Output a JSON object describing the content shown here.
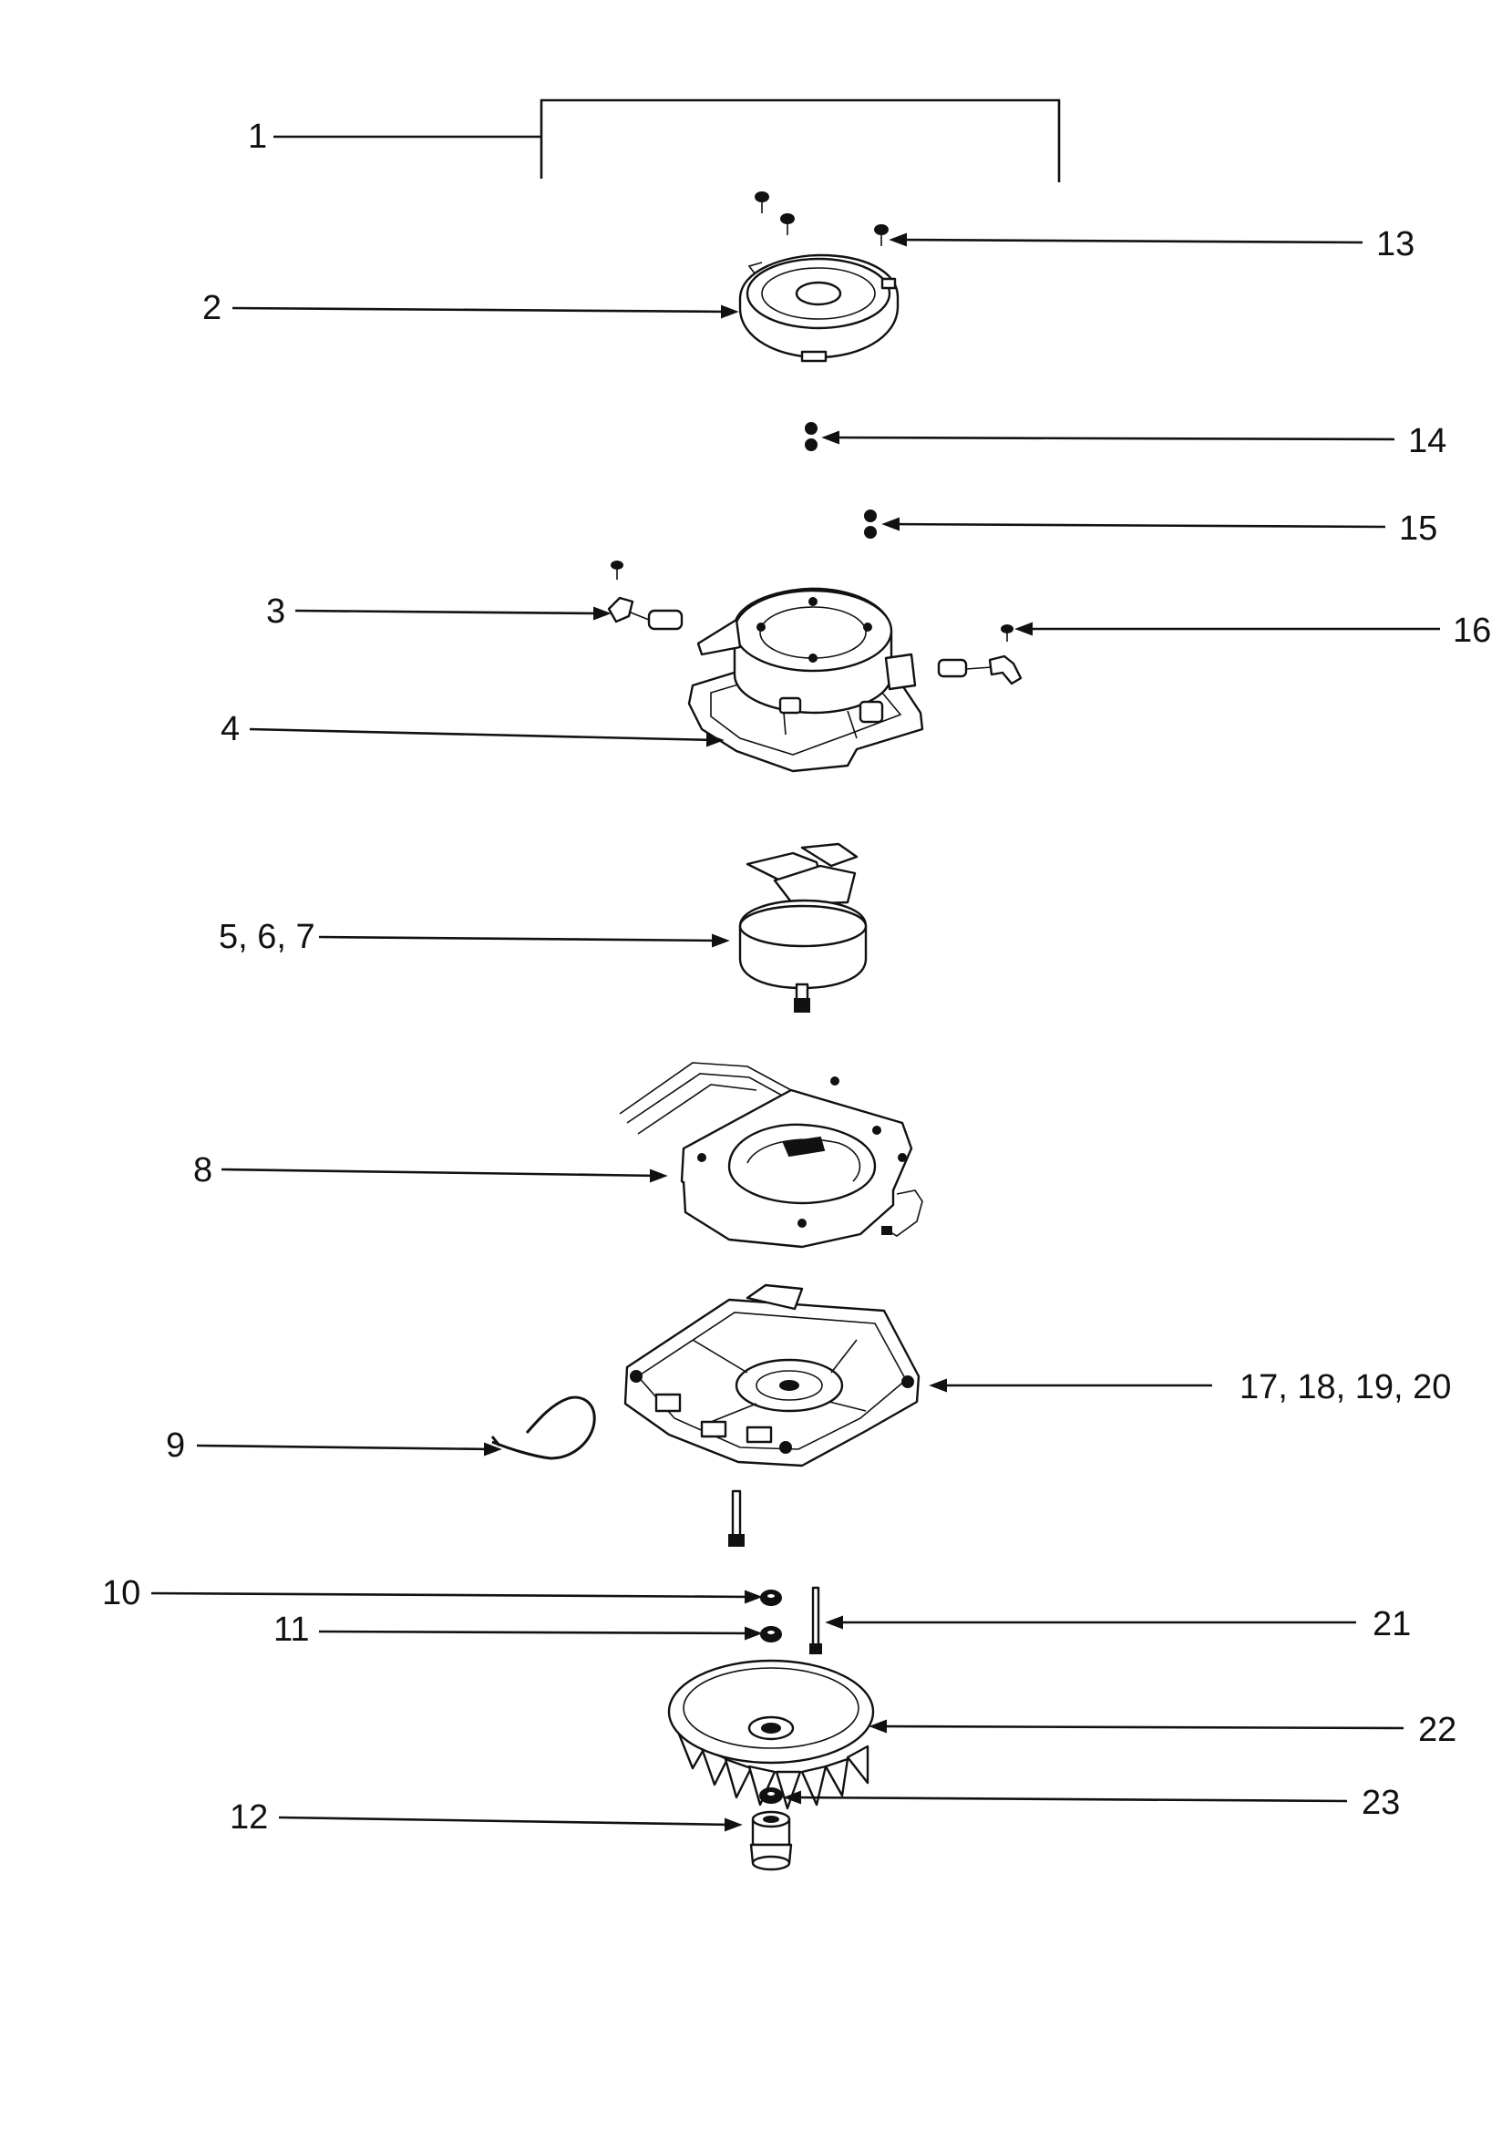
{
  "diagram": {
    "callouts": [
      {
        "id": "c1",
        "label": "1"
      },
      {
        "id": "c2",
        "label": "2"
      },
      {
        "id": "c3",
        "label": "3"
      },
      {
        "id": "c4",
        "label": "4"
      },
      {
        "id": "c567",
        "label": "5, 6, 7"
      },
      {
        "id": "c8",
        "label": "8"
      },
      {
        "id": "c9",
        "label": "9"
      },
      {
        "id": "c10",
        "label": "10"
      },
      {
        "id": "c11",
        "label": "11"
      },
      {
        "id": "c12",
        "label": "12"
      },
      {
        "id": "c13",
        "label": "13"
      },
      {
        "id": "c14",
        "label": "14"
      },
      {
        "id": "c15",
        "label": "15"
      },
      {
        "id": "c16",
        "label": "16"
      },
      {
        "id": "c17",
        "label": "17, 18, 19, 20"
      },
      {
        "id": "c21",
        "label": "21"
      },
      {
        "id": "c22",
        "label": "22"
      },
      {
        "id": "c23",
        "label": "23"
      }
    ],
    "parts": [
      "end-cap-cover",
      "screw",
      "nut",
      "brush-holder",
      "bracket-housing",
      "armature",
      "field-coil",
      "power-cord",
      "motor-base",
      "washer",
      "spacer",
      "long-bolt",
      "fan",
      "hex-nut",
      "coupling"
    ]
  }
}
